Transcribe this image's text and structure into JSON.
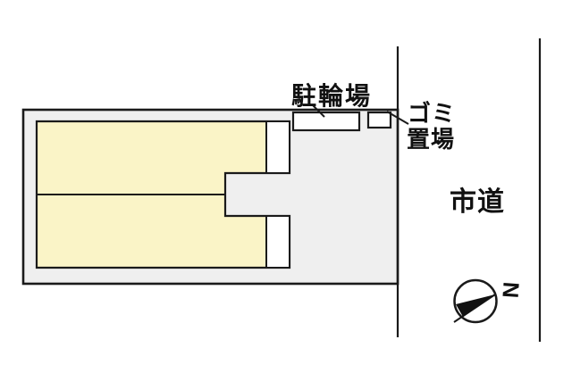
{
  "page": {
    "background": "#ffffff"
  },
  "site_plan": {
    "labels": {
      "bicycle_parking": "駐輪場",
      "garbage_line1": "ゴミ",
      "garbage_line2": "置場",
      "road": "市道",
      "north": "N"
    },
    "colors": {
      "outline": "#1a1a1a",
      "site_fill": "#efefef",
      "building_fill": "#faf4c7",
      "porch_fill": "#ffffff",
      "needle_fill": "#111111"
    }
  }
}
